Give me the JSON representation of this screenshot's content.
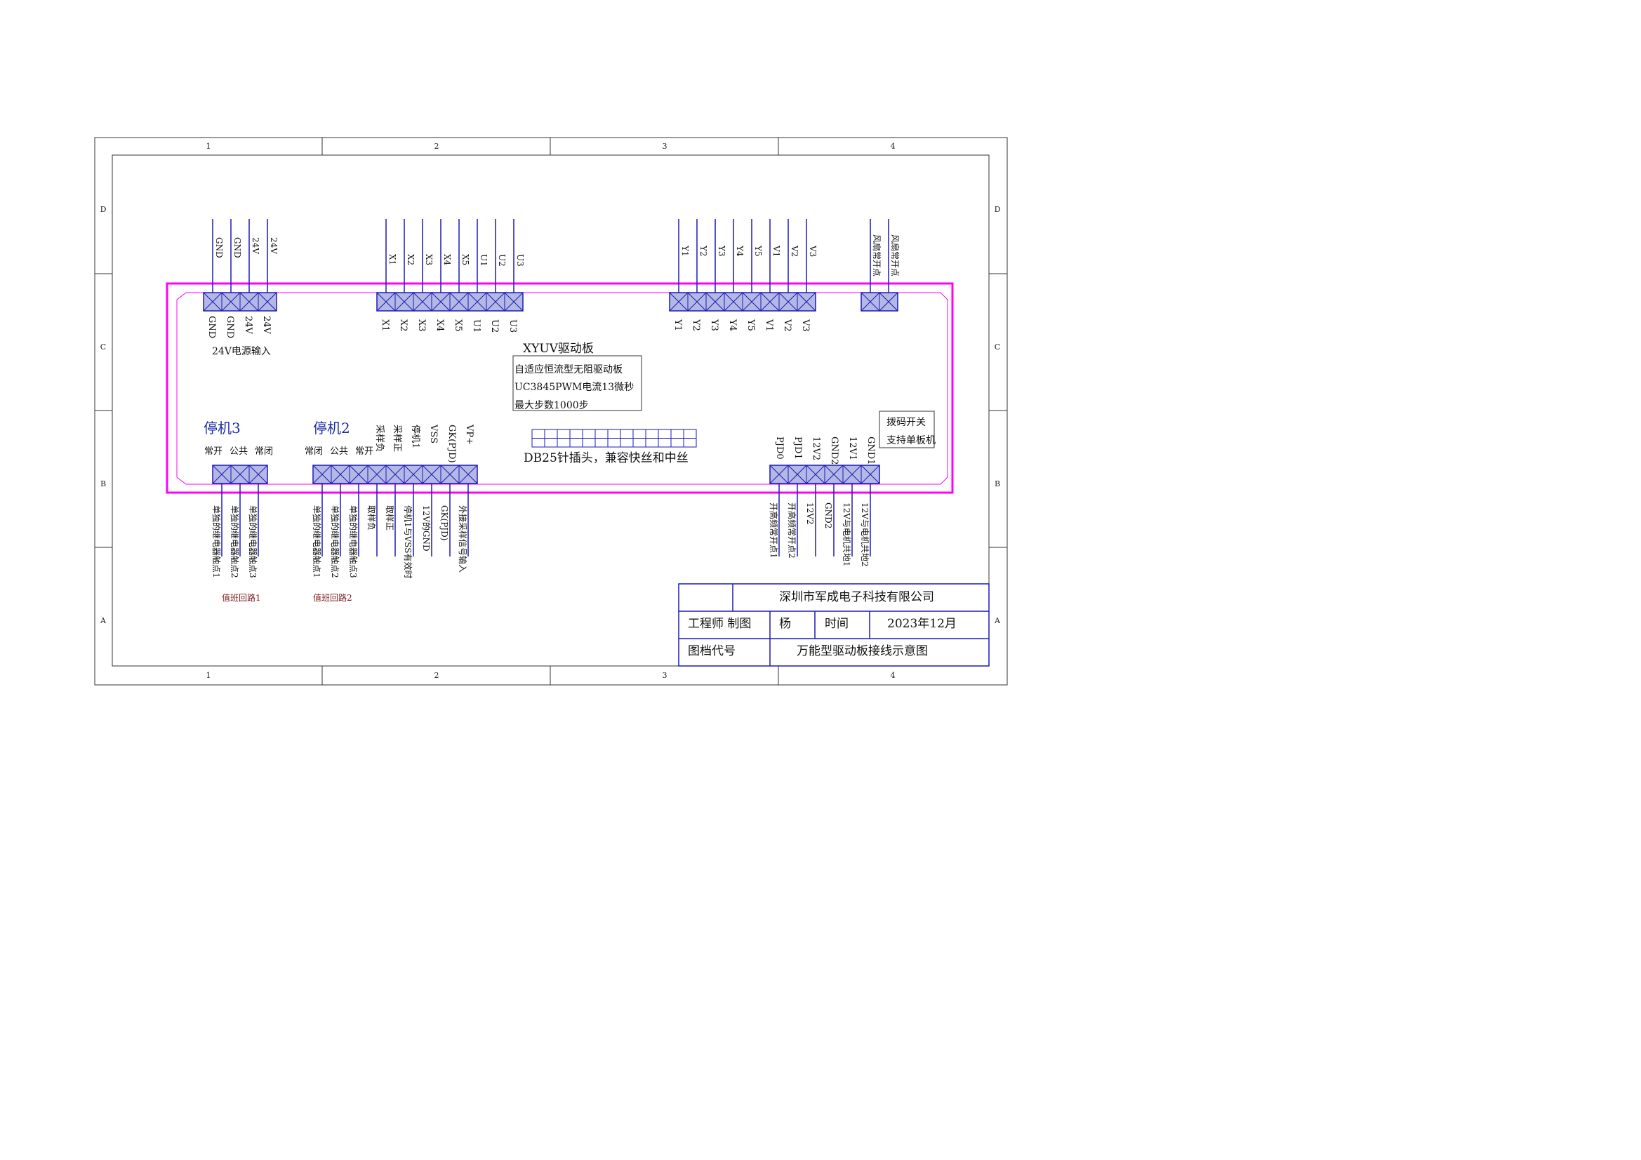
{
  "grid": {
    "columns": [
      "1",
      "2",
      "3",
      "4"
    ],
    "rows": [
      "D",
      "C",
      "B",
      "A"
    ]
  },
  "connectors": {
    "power": {
      "wire_labels": [
        "GND",
        "GND",
        "24V",
        "24V"
      ],
      "pin_labels": [
        "GND",
        "GND",
        "24V",
        "24V"
      ],
      "caption": "24V电源输入"
    },
    "xu": {
      "wire_labels": [
        "X1",
        "X2",
        "X3",
        "X4",
        "X5",
        "U1",
        "U2",
        "U3"
      ],
      "pin_labels": [
        "X1",
        "X2",
        "X3",
        "X4",
        "X5",
        "U1",
        "U2",
        "U3"
      ]
    },
    "yv": {
      "wire_labels": [
        "Y1",
        "Y2",
        "Y3",
        "Y4",
        "Y5",
        "V1",
        "V2",
        "V3"
      ],
      "pin_labels": [
        "Y1",
        "Y2",
        "Y3",
        "Y4",
        "Y5",
        "V1",
        "V2",
        "V3"
      ]
    },
    "fan": {
      "wire_labels": [
        "风扇常开点",
        "风扇常开点"
      ]
    },
    "stop3": {
      "title": "停机3",
      "pin_labels": [
        "常开",
        "公共",
        "常闭"
      ],
      "wire_labels": [
        "单独的继电器触点1",
        "单独的继电器触点2",
        "单独的继电器触点3"
      ],
      "caption": "值班回路1"
    },
    "stop2": {
      "title": "停机2",
      "upright_labels": [
        "常闭",
        "公共",
        "常开"
      ],
      "pin_labels": [
        "采样负",
        "采样正",
        "停机1",
        "VSS",
        "GK(PJD)",
        "VP+"
      ],
      "wire_labels": [
        "单独的继电器触点1",
        "单独的继电器触点2",
        "单独的继电器触点3",
        "取样负",
        "取样正",
        "停机1与VSS有效时",
        "12V的GND",
        "GK(PJD)",
        "外接采样信号输入"
      ],
      "caption": "值班回路2"
    },
    "pjd": {
      "pin_labels": [
        "PJD0",
        "PJD1",
        "12V2",
        "GND2",
        "12V1",
        "GND1"
      ],
      "wire_labels": [
        "开高频常开点1",
        "开高频常开点2",
        "12V2",
        "GND2",
        "12V与电机共地1",
        "12V与电机共地2"
      ]
    }
  },
  "board": {
    "title": "XYUV驱动板",
    "info_lines": [
      "自适应恒流型无阻驱动板",
      "UC3845PWM电流13微秒",
      "最大步数1000步"
    ],
    "db25_caption": "DB25针插头，兼容快丝和中丝",
    "dip_lines": [
      "拨码开关",
      "支持单板机"
    ]
  },
  "title_block": {
    "company": "深圳市军成电子科技有限公司",
    "engineer_label": "工程师 制图",
    "engineer_name": "杨",
    "time_label": "时间",
    "date": "2023年12月",
    "drawing_no_label": "图档代号",
    "drawing_name": "万能型驱动板接线示意图"
  },
  "colors": {
    "board_outline": "#ff00ff",
    "wire": "#1a1ab8",
    "pin_fill": "#b4b8e4",
    "frame": "#333333",
    "annotation_text": "#7b1b1b",
    "title_blue": "#1a2aa0"
  }
}
